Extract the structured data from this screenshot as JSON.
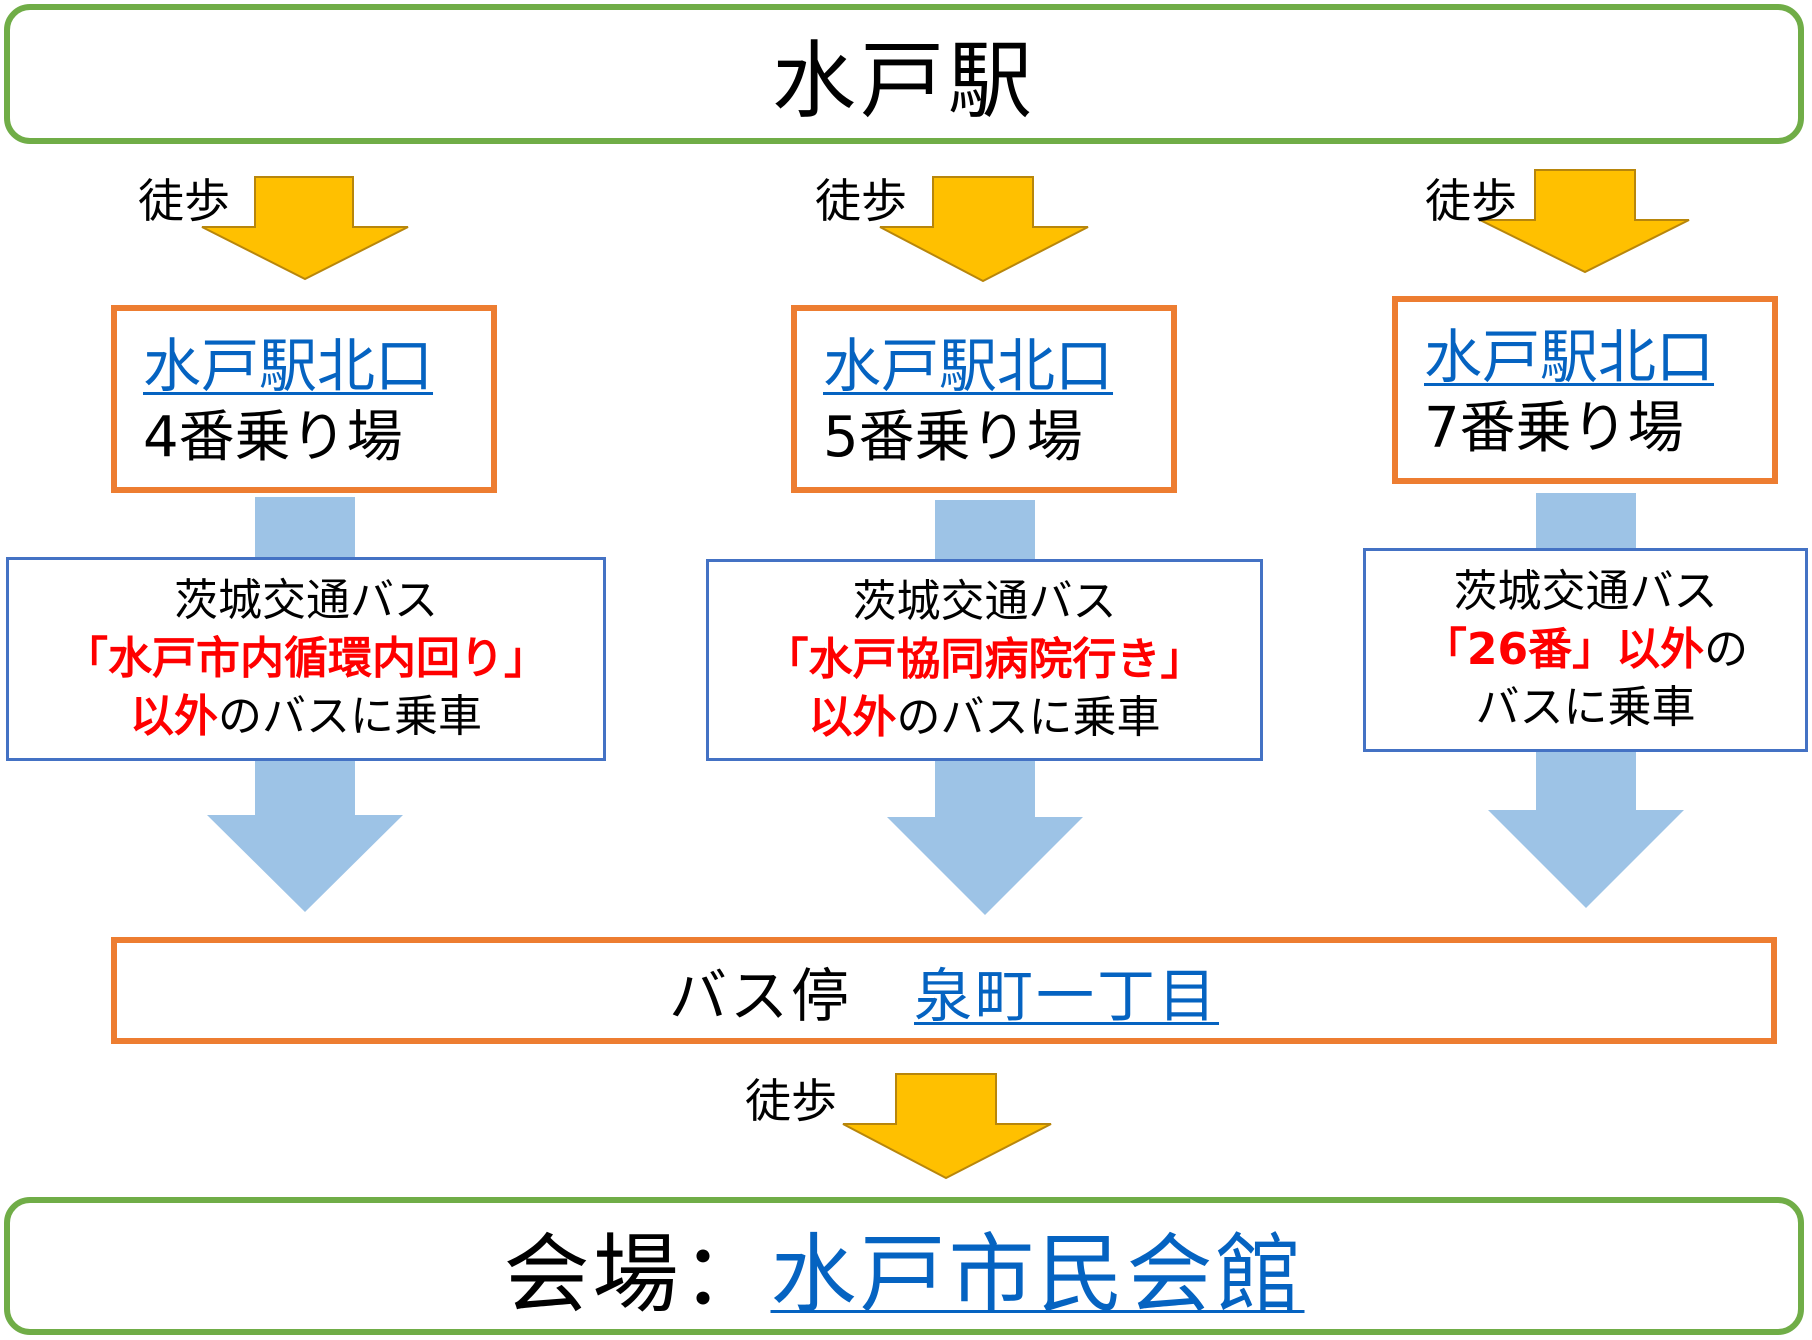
{
  "start": {
    "label": "水戸駅"
  },
  "walk_label": "徒歩",
  "stops": [
    {
      "name": "水戸駅北口",
      "platform": "4番乗り場"
    },
    {
      "name": "水戸駅北口",
      "platform": "5番乗り場"
    },
    {
      "name": "水戸駅北口",
      "platform": "7番乗り場"
    }
  ],
  "routes": [
    {
      "company": "茨城交通バス",
      "route_name": "「水戸市内循環内回り」",
      "except": "以外",
      "tail": "のバスに乗車"
    },
    {
      "company": "茨城交通バス",
      "route_name": "「水戸協同病院行き」",
      "except": "以外",
      "tail": "のバスに乗車"
    },
    {
      "company": "茨城交通バス",
      "route_name": "「26番」以外",
      "tail_a": "の",
      "tail_b": "バスに乗車"
    }
  ],
  "bus_stop": {
    "prefix": "バス停",
    "name": "泉町一丁目"
  },
  "venue": {
    "prefix": "会場：",
    "name": "水戸市民会館"
  },
  "colors": {
    "green": "#70ad47",
    "orange": "#ed7d31",
    "blue_border": "#4472c4",
    "link": "#0563c1",
    "red": "#ff0000",
    "walk_arrow": "#ffc000",
    "bus_arrow": "#9dc3e6"
  }
}
